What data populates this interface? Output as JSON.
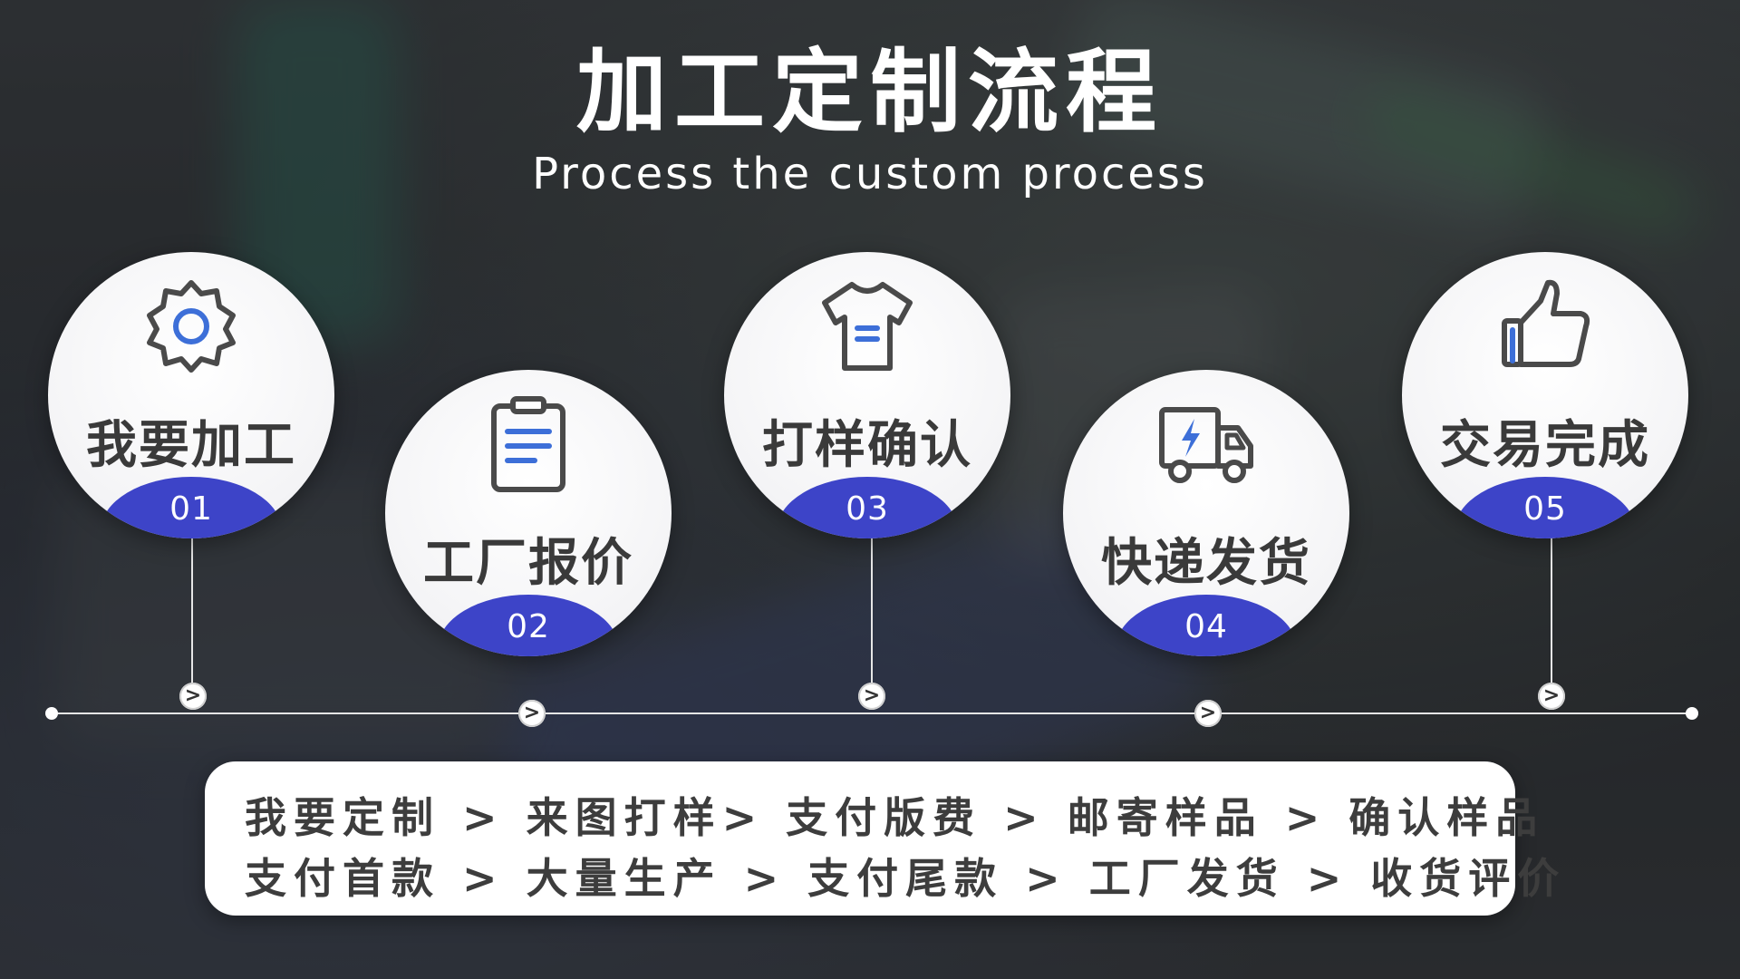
{
  "header": {
    "title": "加工定制流程",
    "subtitle": "Process the custom process"
  },
  "steps": [
    {
      "label": "我要加工",
      "number": "01",
      "icon": "gear-icon"
    },
    {
      "label": "工厂报价",
      "number": "02",
      "icon": "clipboard-icon"
    },
    {
      "label": "打样确认",
      "number": "03",
      "icon": "tshirt-icon"
    },
    {
      "label": "快递发货",
      "number": "04",
      "icon": "delivery-truck-icon"
    },
    {
      "label": "交易完成",
      "number": "05",
      "icon": "thumbs-up-icon"
    }
  ],
  "timeline": {
    "arrow_glyph": ">"
  },
  "flow": {
    "row1": "我要定制 > 来图打样> 支付版费 > 邮寄样品 > 确认样品",
    "row2": "支付首款 > 大量生产 > 支付尾款 > 工厂发货 > 收货评价"
  },
  "colors": {
    "accent": "#3d44c8",
    "icon_stroke": "#4a4a4a",
    "icon_accent": "#3d6fd8"
  }
}
